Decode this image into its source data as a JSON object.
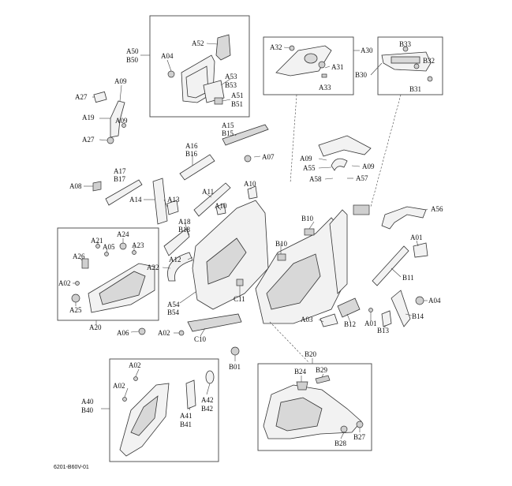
{
  "diagram_code": "6201-B60V-01",
  "callouts": {
    "a50": "A50",
    "b50": "B50",
    "a04_top": "A04",
    "a52": "A52",
    "a53": "A53",
    "b53": "B53",
    "a51": "A51",
    "b51": "B51",
    "a09_top": "A09",
    "a27_top": "A27",
    "a19": "A19",
    "a09_left": "A09",
    "a27_bot": "A27",
    "a32": "A32",
    "a30": "A30",
    "a31": "A31",
    "a33": "A33",
    "b33": "B33",
    "b32": "B32",
    "b30": "B30",
    "b31": "B31",
    "a15": "A15",
    "b15": "B15",
    "a07": "A07",
    "a16": "A16",
    "b16": "B16",
    "a17": "A17",
    "b17": "B17",
    "a08": "A08",
    "a14": "A14",
    "a13": "A13",
    "a11": "A11",
    "a10_a": "A10",
    "a10_b": "A10",
    "a18": "A18",
    "b18": "B18",
    "a09_mid": "A09",
    "a55": "A55",
    "a09_mid2": "A09",
    "a58": "A58",
    "a57": "A57",
    "a56": "A56",
    "a21": "A21",
    "a24": "A24",
    "a05": "A05",
    "a23": "A23",
    "a26": "A26",
    "a12": "A12",
    "a22": "A22",
    "a02_box": "A02",
    "a25": "A25",
    "a20": "A20",
    "b10_a": "B10",
    "b10_b": "B10",
    "a01_right": "A01",
    "b11": "B11",
    "a04_right": "A04",
    "a54": "A54",
    "b54": "B54",
    "c11": "C11",
    "a06": "A06",
    "a02_mid": "A02",
    "c10": "C10",
    "a03": "A03",
    "b12": "B12",
    "a01_mid": "A01",
    "b13": "B13",
    "b14": "B14",
    "b01": "B01",
    "a02_bl_top": "A02",
    "a02_bl_mid": "A02",
    "a40": "A40",
    "b40": "B40",
    "a41": "A41",
    "b41": "B41",
    "a42": "A42",
    "b42": "B42",
    "b20": "B20",
    "b24": "B24",
    "b29": "B29",
    "b28": "B28",
    "b27": "B27"
  }
}
